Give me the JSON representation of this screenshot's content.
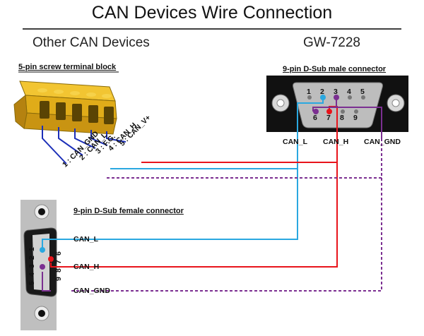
{
  "title": "CAN Devices Wire Connection",
  "left_heading": "Other CAN Devices",
  "right_heading": "GW-7228",
  "terminal_block": {
    "label": "5-pin screw terminal block",
    "pins": [
      "1 : CAN_GND",
      "2 : CAN_L",
      "3 : F.G.",
      "4 : CAN_H",
      "5 : CAN_V+"
    ]
  },
  "male_connector": {
    "label": "9-pin D-Sub male connector",
    "pin_numbers_top": [
      "1",
      "2",
      "3",
      "4",
      "5"
    ],
    "pin_numbers_bottom": [
      "6",
      "7",
      "8",
      "9"
    ],
    "signals": [
      "CAN_L",
      "CAN_H",
      "CAN_GND"
    ]
  },
  "female_connector": {
    "label": "9-pin D-Sub female connector",
    "pin_numbers": [
      "1",
      "2",
      "3",
      "4",
      "5",
      "6",
      "7",
      "8",
      "9"
    ],
    "signals": [
      "CAN_L",
      "CAN_H",
      "CAN_GND"
    ]
  },
  "wire_colors": {
    "can_l": "#2aa8e0",
    "can_h": "#e8141b",
    "can_gnd": "#7b2f91",
    "terminal_leads": "#1c2fb8"
  }
}
